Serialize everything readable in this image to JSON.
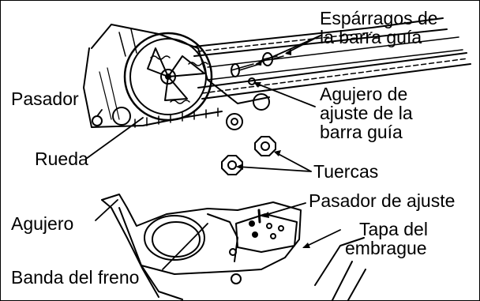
{
  "labels": {
    "guide_bar_studs": [
      "Espárragos de",
      "la barra guía"
    ],
    "pin": "Pasador",
    "adjust_hole": [
      "Agujero de",
      "ajuste de la",
      "barra guía"
    ],
    "wheel": "Rueda",
    "nuts": "Tuercas",
    "adjust_pin": "Pasador de ajuste",
    "hole": "Agujero",
    "clutch_cover": [
      "Tapa del",
      "embrague"
    ],
    "brake_band": "Banda del freno"
  }
}
